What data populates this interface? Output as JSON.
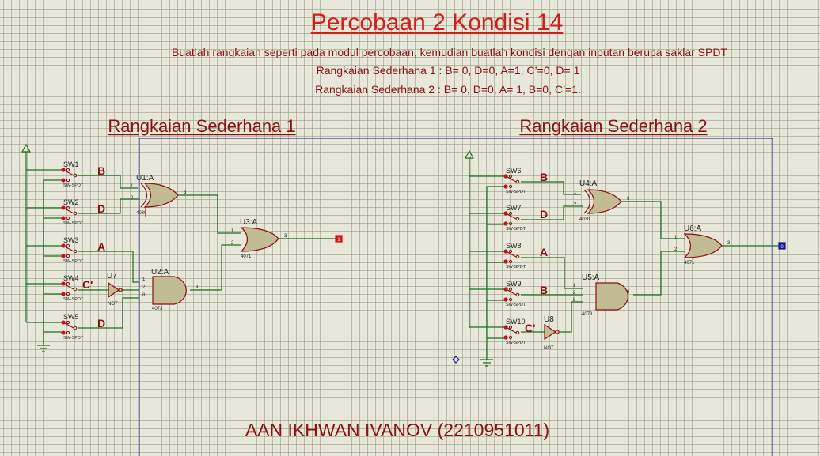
{
  "title": "Percobaan 2 Kondisi 14",
  "instructions": {
    "line1": "Buatlah rangkaian seperti pada modul percobaan, kemudian buatlah kondisi dengan inputan berupa saklar SPDT",
    "line2": "Rangkaian Sederhana 1 : B= 0, D=0, A=1, C’=0, D= 1",
    "line3": "Rangkaian Sederhana 2 : B= 0, D=0, A= 1, B=0, C’=1."
  },
  "circuit1": {
    "heading": "Rangkaian Sederhana 1",
    "switches": [
      {
        "ref": "SW1",
        "type": "SW-SPDT",
        "label": "B"
      },
      {
        "ref": "SW2",
        "type": "SW-SPDT",
        "label": "D"
      },
      {
        "ref": "SW3",
        "type": "SW-SPDT",
        "label": "A"
      },
      {
        "ref": "SW4",
        "type": "SW-SPDT",
        "label": "C'"
      },
      {
        "ref": "SW5",
        "type": "SW-SPDT",
        "label": "D"
      }
    ],
    "not_gate": {
      "ref": "U7",
      "type": "NOT"
    },
    "gate_xor": {
      "ref": "U1:A",
      "type": "4030",
      "pin_a": "1",
      "pin_b": "2",
      "pin_out": "3"
    },
    "gate_and": {
      "ref": "U2:A",
      "type": "4073",
      "pin_a": "1",
      "pin_b": "2",
      "pin_c": "8",
      "pin_out": "9"
    },
    "gate_or": {
      "ref": "U3:A",
      "type": "4071",
      "pin_a": "1",
      "pin_b": "2",
      "pin_out": "3"
    },
    "output": "1"
  },
  "circuit2": {
    "heading": "Rangkaian Sederhana 2",
    "switches": [
      {
        "ref": "SW6",
        "type": "SW-SPDT",
        "label": "B"
      },
      {
        "ref": "SW7",
        "type": "SW-SPDT",
        "label": "D"
      },
      {
        "ref": "SW8",
        "type": "SW-SPDT",
        "label": "A"
      },
      {
        "ref": "SW9",
        "type": "SW-SPDT",
        "label": "B"
      },
      {
        "ref": "SW10",
        "type": "SW-SPDT",
        "label": "C'"
      }
    ],
    "not_gate": {
      "ref": "U8",
      "type": "NOT"
    },
    "gate_xor": {
      "ref": "U4:A",
      "type": "4030",
      "pin_a": "1",
      "pin_b": "2",
      "pin_out": "3"
    },
    "gate_and": {
      "ref": "U5:A",
      "type": "4073",
      "pin_a": "1",
      "pin_b": "2",
      "pin_c": "8",
      "pin_out": "9"
    },
    "gate_or": {
      "ref": "U6:A",
      "type": "4071",
      "pin_a": "1",
      "pin_b": "2",
      "pin_out": "3"
    },
    "output": "0"
  },
  "author": "AAN IKHWAN IVANOV (2210951011)",
  "colors": {
    "wire": "#1f6e1f",
    "component": "#8b1010",
    "gate_fill": "#c2bc94",
    "frame": "#1a1aa8",
    "output_high": "#d4141c",
    "output_low": "#14148f"
  }
}
